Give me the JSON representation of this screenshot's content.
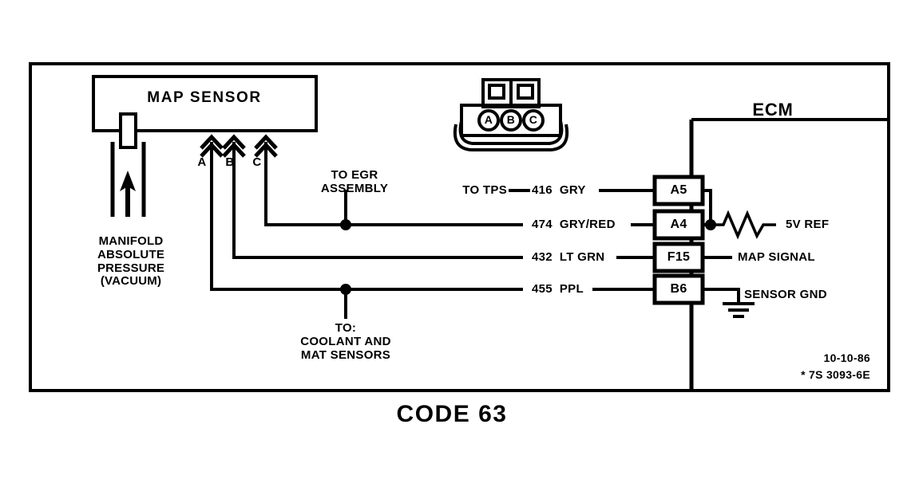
{
  "diagram": {
    "title": "CODE 63",
    "sensor_box_label": "MAP SENSOR",
    "vacuum_label": "MANIFOLD\nABSOLUTE\nPRESSURE\n(VACUUM)",
    "ecm_label": "ECM",
    "egr_label": "TO EGR\nASSEMBLY",
    "coolant_label": "TO:\nCOOLANT AND\nMAT SENSORS",
    "tps_label": "TO TPS",
    "date_code": "10-10-86",
    "part_code": "* 7S 3093-6E",
    "ink_color": "#000000",
    "background_color": "#ffffff"
  },
  "connector": {
    "name": "map-sensor-connector",
    "pins": [
      "A",
      "B",
      "C"
    ]
  },
  "sensor_pins": [
    {
      "id": "A",
      "label": "A"
    },
    {
      "id": "B",
      "label": "B"
    },
    {
      "id": "C",
      "label": "C"
    }
  ],
  "circuits": [
    {
      "wire": "416  GRY",
      "terminal": "A5",
      "function": ""
    },
    {
      "wire": "474  GRY/RED",
      "terminal": "A4",
      "function": "5V REF"
    },
    {
      "wire": "432  LT GRN",
      "terminal": "F15",
      "function": "MAP SIGNAL"
    },
    {
      "wire": "455  PPL",
      "terminal": "B6",
      "function": "SENSOR GND"
    }
  ]
}
